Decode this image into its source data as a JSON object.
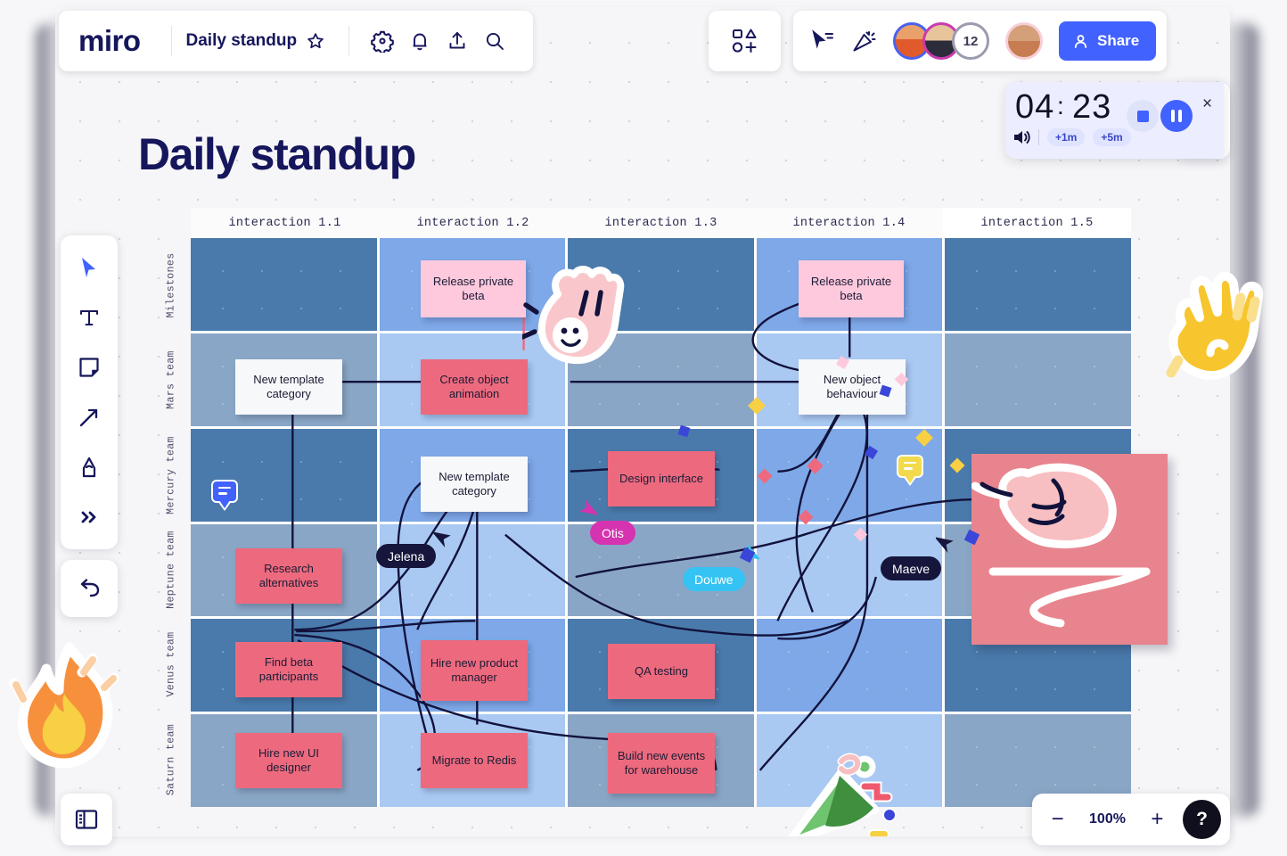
{
  "app": {
    "brand": "miro",
    "doc_title": "Daily standup",
    "board_title": "Daily standup"
  },
  "header": {
    "icons": [
      {
        "name": "star-icon",
        "glyph": "star"
      },
      {
        "name": "gear-icon",
        "glyph": "gear"
      },
      {
        "name": "bell-icon",
        "glyph": "bell"
      },
      {
        "name": "upload-icon",
        "glyph": "upload"
      },
      {
        "name": "search-icon",
        "glyph": "search"
      }
    ],
    "shapes_icon": "shapes-icon",
    "right_icons": [
      {
        "name": "cursor-follow-icon"
      },
      {
        "name": "celebrate-icon"
      }
    ],
    "collaborators": [
      {
        "name": "avatar-user-1",
        "initials": "",
        "ring": "#4a62f0"
      },
      {
        "name": "avatar-user-2",
        "initials": "",
        "ring": "#c93bb0"
      },
      {
        "name": "avatar-count",
        "label": "12",
        "ring": "#9b9bb0"
      }
    ],
    "self_avatar": "avatar-self",
    "share_label": "Share"
  },
  "timer": {
    "minutes": "04",
    "separator": ":",
    "seconds": "23",
    "volume_icon": "volume-icon",
    "add_one": "+1m",
    "add_five": "+5m",
    "stop": "stop-button",
    "pause": "pause-button",
    "close": "×"
  },
  "toolbar": {
    "tools": [
      {
        "name": "select-tool",
        "label": "Select",
        "active": true
      },
      {
        "name": "text-tool",
        "label": "Text"
      },
      {
        "name": "sticky-note-tool",
        "label": "Sticky note"
      },
      {
        "name": "arrow-tool",
        "label": "Arrow / connector"
      },
      {
        "name": "pen-tool",
        "label": "Pen"
      },
      {
        "name": "more-tools",
        "label": "More tools"
      }
    ],
    "undo": {
      "name": "undo-button",
      "label": "Undo"
    },
    "frames_panel": {
      "name": "frames-panel-button",
      "label": "Frames"
    }
  },
  "zoom_controls": {
    "minus": "−",
    "value": "100%",
    "plus": "+",
    "help": "?"
  },
  "matrix": {
    "columns": [
      "interaction 1.1",
      "interaction 1.2",
      "interaction 1.3",
      "interaction 1.4",
      "interaction 1.5"
    ],
    "rows": [
      "Milestones",
      "Mars team",
      "Mercury team",
      "Neptune team",
      "Venus team",
      "Saturn team"
    ]
  },
  "cards": [
    {
      "id": "c1",
      "text": "Release private beta",
      "kind": "pinkpale",
      "row": "Milestones",
      "col": "interaction 1.2"
    },
    {
      "id": "c2",
      "text": "Release private beta",
      "kind": "pinkpale",
      "row": "Milestones",
      "col": "interaction 1.4"
    },
    {
      "id": "c3",
      "text": "New template category",
      "kind": "white",
      "row": "Mars team",
      "col": "interaction 1.1"
    },
    {
      "id": "c4",
      "text": "Create object animation",
      "kind": "red",
      "row": "Mars team",
      "col": "interaction 1.2"
    },
    {
      "id": "c5",
      "text": "New object behaviour",
      "kind": "white",
      "row": "Mars team",
      "col": "interaction 1.4"
    },
    {
      "id": "c6",
      "text": "New template category",
      "kind": "white",
      "row": "Mercury team",
      "col": "interaction 1.2"
    },
    {
      "id": "c7",
      "text": "Design interface",
      "kind": "red",
      "row": "Mercury team",
      "col": "interaction 1.3"
    },
    {
      "id": "c8",
      "text": "Research alternatives",
      "kind": "red",
      "row": "Neptune team",
      "col": "interaction 1.1"
    },
    {
      "id": "c9",
      "text": "Find beta participants",
      "kind": "red",
      "row": "Venus team",
      "col": "interaction 1.1"
    },
    {
      "id": "c10",
      "text": "Hire new product manager",
      "kind": "red",
      "row": "Venus team",
      "col": "interaction 1.2"
    },
    {
      "id": "c11",
      "text": "QA testing",
      "kind": "red",
      "row": "Venus team",
      "col": "interaction 1.3"
    },
    {
      "id": "c12",
      "text": "Hire new UI designer",
      "kind": "red",
      "row": "Saturn team",
      "col": "interaction 1.1"
    },
    {
      "id": "c13",
      "text": "Migrate to Redis",
      "kind": "red",
      "row": "Saturn team",
      "col": "interaction 1.2"
    },
    {
      "id": "c14",
      "text": "Build new events for warehouse",
      "kind": "red",
      "row": "Saturn team",
      "col": "interaction 1.3"
    }
  ],
  "cursors": [
    {
      "name": "Jelena",
      "bg": "#16163c",
      "arrow": "#16163c"
    },
    {
      "name": "Otis",
      "bg": "#d633b0",
      "arrow": "#d633b0"
    },
    {
      "name": "Douwe",
      "bg": "#35c3f3",
      "arrow": "#35c3f3"
    },
    {
      "name": "Maeve",
      "bg": "#16163c",
      "arrow": "#16163c"
    }
  ],
  "comment_pins": [
    {
      "name": "comment-pin-blue",
      "color": "#4262ff"
    },
    {
      "name": "comment-pin-yellow",
      "color": "#f2da4c"
    }
  ],
  "stickers": [
    {
      "name": "ok-hand-sticker"
    },
    {
      "name": "waving-hand-sticker"
    },
    {
      "name": "fire-sticker"
    },
    {
      "name": "party-popper-sticker"
    },
    {
      "name": "pointing-hand-sticker"
    }
  ],
  "colors": {
    "brand": "#4262ff",
    "ink": "#16165c",
    "card_red": "#ed6a7e",
    "card_pink": "#ffc9dd",
    "grid_dark": "#4a7aab",
    "grid_mid": "#8aa6c6",
    "grid_light": "#7ea8e8",
    "grid_pale": "#a9c9f2",
    "overlay_note": "#e8848e"
  }
}
